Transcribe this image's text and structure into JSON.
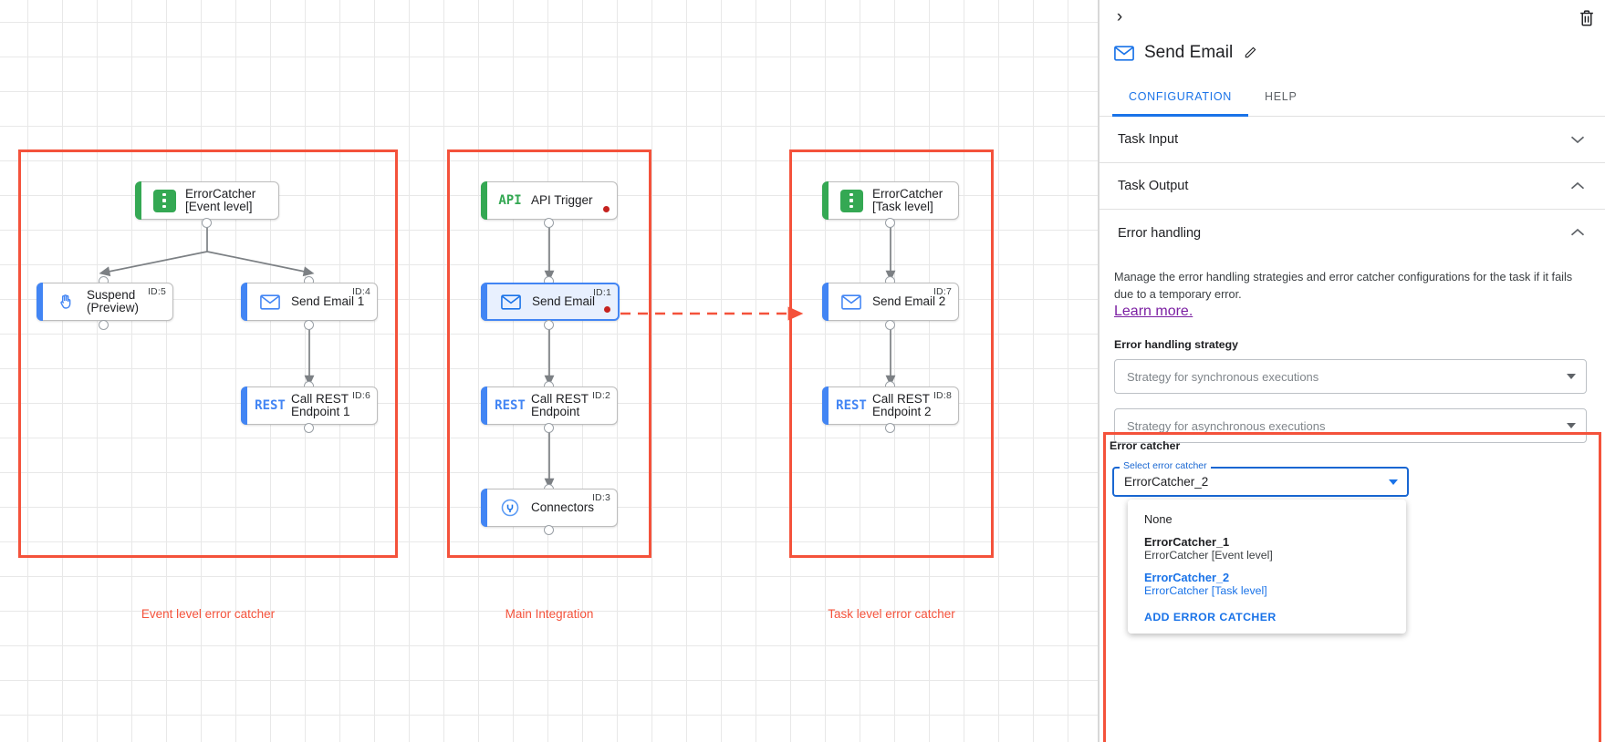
{
  "panel": {
    "collapse_icon": "chevron-right-icon",
    "delete_icon": "trash-icon",
    "task_icon": "email-icon",
    "title": "Send Email",
    "edit_icon": "pencil-icon",
    "tabs": [
      {
        "label": "CONFIGURATION",
        "active": true
      },
      {
        "label": "HELP",
        "active": false
      }
    ],
    "accordions": [
      {
        "title": "Task Input",
        "state": "collapsed",
        "chevron": "chevron-down-icon"
      },
      {
        "title": "Task Output",
        "state": "expanded",
        "chevron": "chevron-up-icon"
      },
      {
        "title": "Error handling",
        "state": "expanded",
        "chevron": "chevron-up-icon"
      }
    ],
    "error_handling": {
      "description": "Manage the error handling strategies and error catcher configurations for the task if it fails due to a temporary error.",
      "learn_more": "Learn more.",
      "strategy_label": "Error handling strategy",
      "sync_placeholder": "Strategy for synchronous executions",
      "async_placeholder": "Strategy for asynchronous executions"
    },
    "error_catcher": {
      "section_label": "Error catcher",
      "field_legend": "Select error catcher",
      "selected_value": "ErrorCatcher_2",
      "options": [
        {
          "primary": "None",
          "secondary": "",
          "selected": false
        },
        {
          "primary": "ErrorCatcher_1",
          "secondary": "ErrorCatcher [Event level]",
          "selected": false
        },
        {
          "primary": "ErrorCatcher_2",
          "secondary": "ErrorCatcher [Task level]",
          "selected": true
        }
      ],
      "add_button": "ADD ERROR CATCHER"
    }
  },
  "canvas": {
    "groups": [
      {
        "caption": "Event level error catcher"
      },
      {
        "caption": "Main Integration"
      },
      {
        "caption": "Task level error catcher"
      }
    ],
    "nodes": [
      {
        "key": "errorcatcher_event",
        "label": "ErrorCatcher\n[Event level]",
        "icon": "error-catcher-icon",
        "id_tag": "",
        "accent": "green",
        "selected": false,
        "error_dot": false
      },
      {
        "key": "suspend",
        "label": "Suspend\n(Preview)",
        "icon": "hand-icon",
        "id_tag": "ID:5",
        "accent": "blue",
        "selected": false,
        "error_dot": false
      },
      {
        "key": "send_email_1",
        "label": "Send Email 1",
        "icon": "email-icon",
        "id_tag": "ID:4",
        "accent": "blue",
        "selected": false,
        "error_dot": false
      },
      {
        "key": "call_rest_1",
        "label": "Call REST\nEndpoint 1",
        "icon": "rest-icon",
        "id_tag": "ID:6",
        "accent": "blue",
        "selected": false,
        "error_dot": false
      },
      {
        "key": "api_trigger",
        "label": "API Trigger",
        "icon": "api-icon",
        "id_tag": "",
        "accent": "green",
        "selected": false,
        "error_dot": true
      },
      {
        "key": "send_email",
        "label": "Send Email",
        "icon": "email-icon",
        "id_tag": "ID:1",
        "accent": "blue",
        "selected": true,
        "error_dot": true
      },
      {
        "key": "call_rest",
        "label": "Call REST\nEndpoint",
        "icon": "rest-icon",
        "id_tag": "ID:2",
        "accent": "blue",
        "selected": false,
        "error_dot": false
      },
      {
        "key": "connectors",
        "label": "Connectors",
        "icon": "connectors-icon",
        "id_tag": "ID:3",
        "accent": "blue",
        "selected": false,
        "error_dot": false
      },
      {
        "key": "errorcatcher_task",
        "label": "ErrorCatcher\n[Task level]",
        "icon": "error-catcher-icon",
        "id_tag": "",
        "accent": "green",
        "selected": false,
        "error_dot": false
      },
      {
        "key": "send_email_2",
        "label": "Send Email 2",
        "icon": "email-icon",
        "id_tag": "ID:7",
        "accent": "blue",
        "selected": false,
        "error_dot": false
      },
      {
        "key": "call_rest_2",
        "label": "Call REST\nEndpoint 2",
        "icon": "rest-icon",
        "id_tag": "ID:8",
        "accent": "blue",
        "selected": false,
        "error_dot": false
      }
    ],
    "icon_text": {
      "api": "API",
      "rest": "REST"
    }
  },
  "colors": {
    "accent_blue": "#4285f4",
    "link_blue": "#1a73e8",
    "green": "#34a853",
    "error_red": "#c5221f",
    "highlight_red": "#f4523b",
    "purple_link": "#7b1fa2"
  }
}
